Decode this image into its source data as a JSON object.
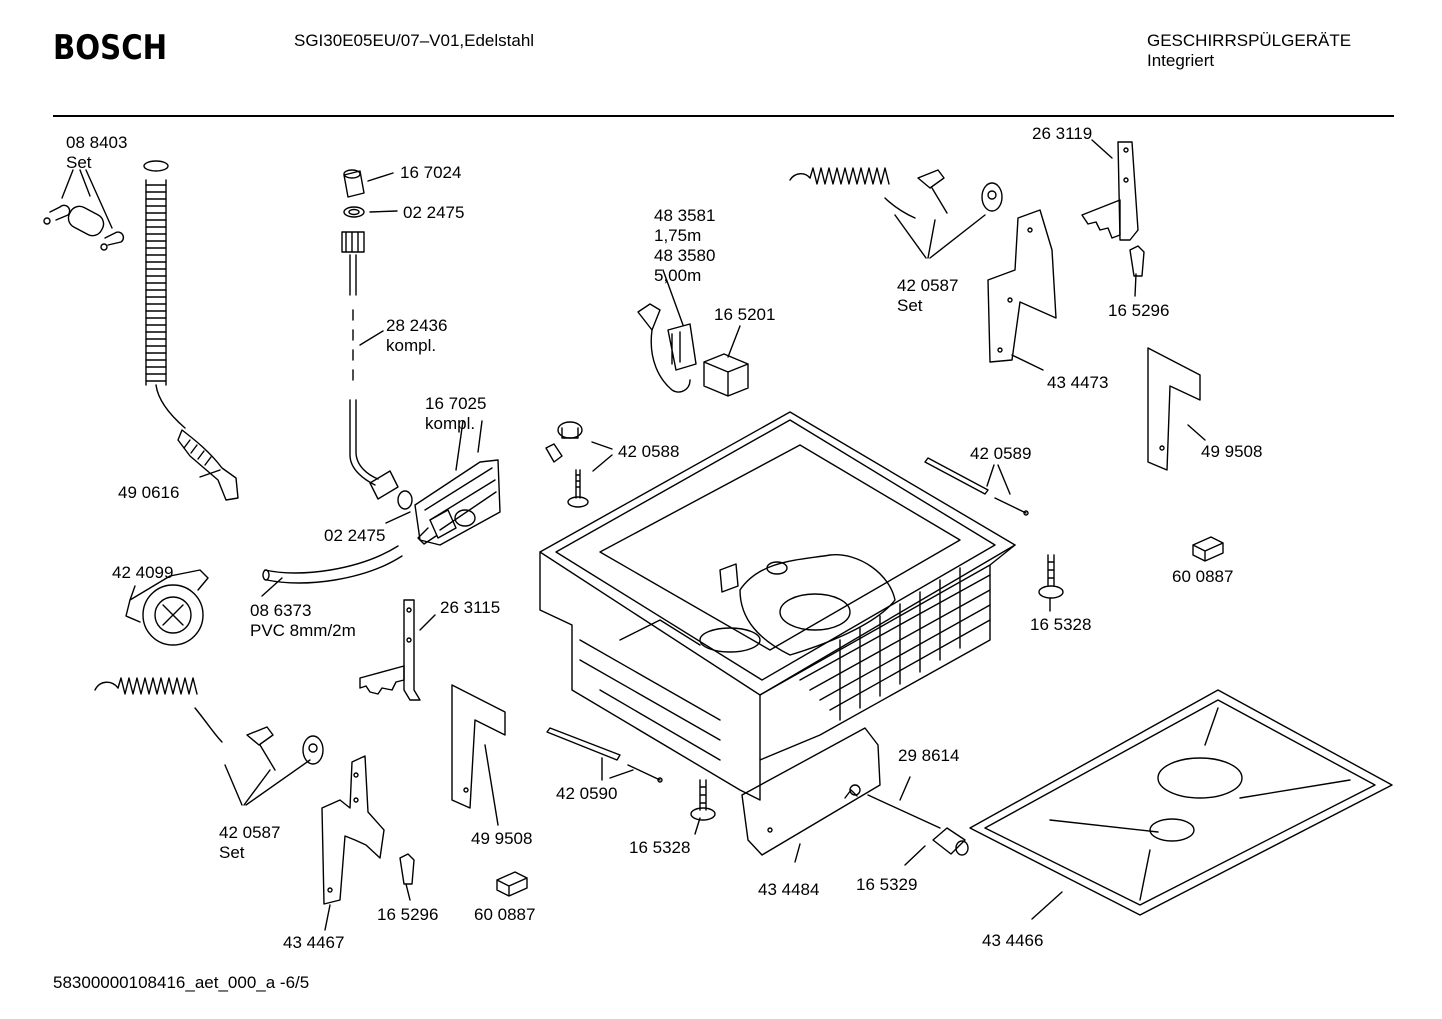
{
  "header": {
    "brand": "BOSCH",
    "model": "SGI30E05EU/07–V01,Edelstahl",
    "category_line1": "GESCHIRRSPÜLGERÄTE",
    "category_line2": "Integriert"
  },
  "footer": {
    "document_id": "58300000108416_aet_000_a  -6/5"
  },
  "parts": [
    {
      "id": "p1",
      "lines": [
        "08 8403",
        "Set"
      ]
    },
    {
      "id": "p2",
      "lines": [
        "49 0616"
      ]
    },
    {
      "id": "p3",
      "lines": [
        "16 7024"
      ]
    },
    {
      "id": "p4",
      "lines": [
        "02 2475"
      ]
    },
    {
      "id": "p5",
      "lines": [
        "28 2436",
        "kompl."
      ]
    },
    {
      "id": "p6",
      "lines": [
        "16 7025",
        "kompl."
      ]
    },
    {
      "id": "p7",
      "lines": [
        "02 2475"
      ]
    },
    {
      "id": "p8",
      "lines": [
        "42 4099"
      ]
    },
    {
      "id": "p9",
      "lines": [
        "08 6373",
        "PVC 8mm/2m"
      ]
    },
    {
      "id": "p10",
      "lines": [
        "26 3115"
      ]
    },
    {
      "id": "p11",
      "lines": [
        "42 0587",
        "Set"
      ]
    },
    {
      "id": "p12",
      "lines": [
        "49 9508"
      ]
    },
    {
      "id": "p13",
      "lines": [
        "16 5296"
      ]
    },
    {
      "id": "p14",
      "lines": [
        "60 0887"
      ]
    },
    {
      "id": "p15",
      "lines": [
        "43 4467"
      ]
    },
    {
      "id": "p16",
      "lines": [
        "48 3581",
        "1,75m",
        "48 3580",
        "5,00m"
      ]
    },
    {
      "id": "p17",
      "lines": [
        "16 5201"
      ]
    },
    {
      "id": "p18",
      "lines": [
        "42 0588"
      ]
    },
    {
      "id": "p19",
      "lines": [
        "42 0590"
      ]
    },
    {
      "id": "p20",
      "lines": [
        "16 5328"
      ]
    },
    {
      "id": "p21",
      "lines": [
        "43 4484"
      ]
    },
    {
      "id": "p22",
      "lines": [
        "29 8614"
      ]
    },
    {
      "id": "p23",
      "lines": [
        "16 5329"
      ]
    },
    {
      "id": "p24",
      "lines": [
        "42 0587",
        "Set"
      ]
    },
    {
      "id": "p25",
      "lines": [
        "26 3119"
      ]
    },
    {
      "id": "p26",
      "lines": [
        "16 5296"
      ]
    },
    {
      "id": "p27",
      "lines": [
        "43 4473"
      ]
    },
    {
      "id": "p28",
      "lines": [
        "49 9508"
      ]
    },
    {
      "id": "p29",
      "lines": [
        "42 0589"
      ]
    },
    {
      "id": "p30",
      "lines": [
        "60 0887"
      ]
    },
    {
      "id": "p31",
      "lines": [
        "16 5328"
      ]
    },
    {
      "id": "p32",
      "lines": [
        "43 4466"
      ]
    }
  ]
}
